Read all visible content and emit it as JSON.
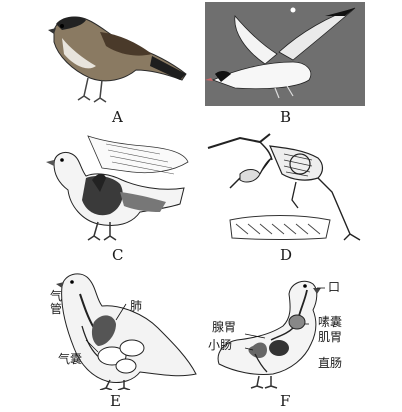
{
  "panels": {
    "a": {
      "caption": "A"
    },
    "b": {
      "caption": "B"
    },
    "c": {
      "caption": "C"
    },
    "d": {
      "caption": "D"
    },
    "e": {
      "caption": "E",
      "labels": {
        "trachea": "气\n管",
        "lung": "肺",
        "air_sac": "气囊"
      }
    },
    "f": {
      "caption": "F",
      "labels": {
        "mouth": "口",
        "crop": "嗉囊",
        "proventriculus": "腺胃",
        "gizzard": "肌胃",
        "small_intestine": "小肠",
        "rectum": "直肠"
      }
    }
  },
  "colors": {
    "ink": "#1a1a1a",
    "photo_bg": "#6f6f6f",
    "skin": "#f2f2f2"
  }
}
